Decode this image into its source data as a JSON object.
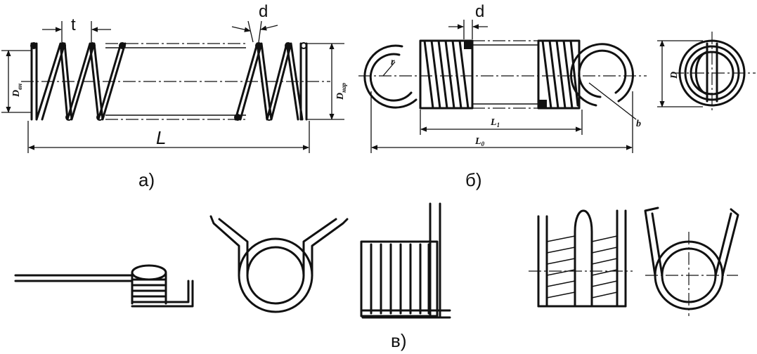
{
  "panels": {
    "a": {
      "caption": "a)",
      "labels": {
        "pitch": "t",
        "wire": "d",
        "inner_diameter": "D",
        "inner_diameter_sub": "вн",
        "outer_diameter": "D",
        "outer_diameter_sub": "нар",
        "length": "L"
      }
    },
    "b": {
      "caption": "б)",
      "labels": {
        "wire": "d",
        "radius": "r",
        "body_length": "L",
        "body_length_sub": "1",
        "total_length": "L",
        "total_length_sub": "0",
        "gap": "b",
        "diameter": "D"
      }
    },
    "v": {
      "caption": "в)"
    }
  }
}
